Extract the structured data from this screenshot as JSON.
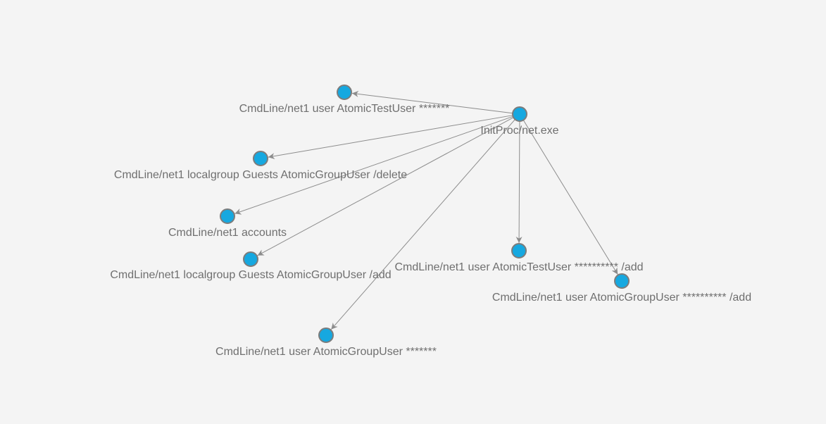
{
  "graph": {
    "nodes": [
      {
        "id": "root",
        "label": "InitProc/net.exe"
      },
      {
        "id": "n1",
        "label": "CmdLine/net1 user AtomicTestUser *******"
      },
      {
        "id": "n2",
        "label": "CmdLine/net1 localgroup Guests AtomicGroupUser /delete"
      },
      {
        "id": "n3",
        "label": "CmdLine/net1 accounts"
      },
      {
        "id": "n4",
        "label": "CmdLine/net1 localgroup Guests AtomicGroupUser /add"
      },
      {
        "id": "n5",
        "label": "CmdLine/net1 user AtomicGroupUser *******"
      },
      {
        "id": "n6",
        "label": "CmdLine/net1 user AtomicTestUser ********** /add"
      },
      {
        "id": "n7",
        "label": "CmdLine/net1 user AtomicGroupUser ********** /add"
      }
    ],
    "edges": [
      {
        "from": "root",
        "to": "n1"
      },
      {
        "from": "root",
        "to": "n2"
      },
      {
        "from": "root",
        "to": "n3"
      },
      {
        "from": "root",
        "to": "n4"
      },
      {
        "from": "root",
        "to": "n5"
      },
      {
        "from": "root",
        "to": "n6"
      },
      {
        "from": "root",
        "to": "n7"
      }
    ],
    "colors": {
      "node_fill": "#16a8e0",
      "node_stroke": "#7c7c7c",
      "edge": "#8c8c8c",
      "label": "#6f6f6f",
      "background": "#f4f4f4"
    }
  }
}
